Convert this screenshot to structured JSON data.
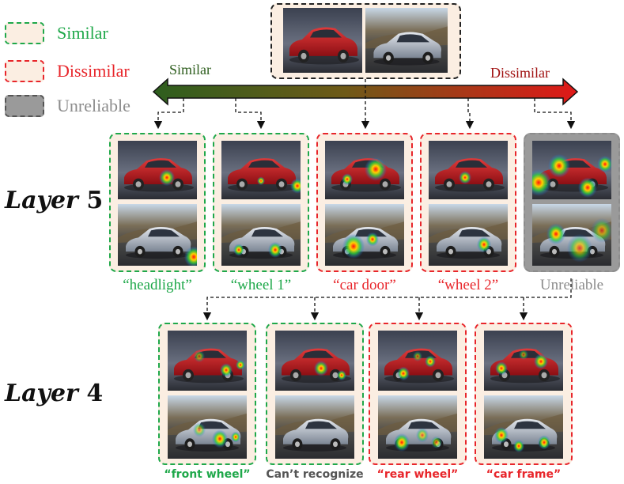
{
  "colors": {
    "similar": "#1fa84a",
    "dissimilar": "#e8262b",
    "unreliable": "#8c8c8c",
    "card_bg": "#fbeee2"
  },
  "legend": [
    {
      "label": "Similar",
      "kind": "similar"
    },
    {
      "label": "Dissimilar",
      "kind": "dissimilar"
    },
    {
      "label": "Unreliable",
      "kind": "unreliable"
    }
  ],
  "scale": {
    "left_label": "Similar",
    "right_label": "Dissimilar"
  },
  "layers": {
    "layer5": {
      "word": "Layer",
      "number": "5"
    },
    "layer4": {
      "word": "Layer",
      "number": "4"
    }
  },
  "layer5_cards": [
    {
      "caption": "“headlight”",
      "kind": "similar"
    },
    {
      "caption": "“wheel 1”",
      "kind": "similar"
    },
    {
      "caption": "“car door”",
      "kind": "dissimilar"
    },
    {
      "caption": "“wheel 2”",
      "kind": "dissimilar"
    },
    {
      "caption": "Unreliable",
      "kind": "unreliable"
    }
  ],
  "layer4_cards": [
    {
      "caption": "“front wheel”",
      "kind": "similar"
    },
    {
      "caption": "Can’t recognize",
      "kind": "similar"
    },
    {
      "caption": "“rear wheel”",
      "kind": "dissimilar"
    },
    {
      "caption": "“car frame”",
      "kind": "dissimilar"
    }
  ]
}
